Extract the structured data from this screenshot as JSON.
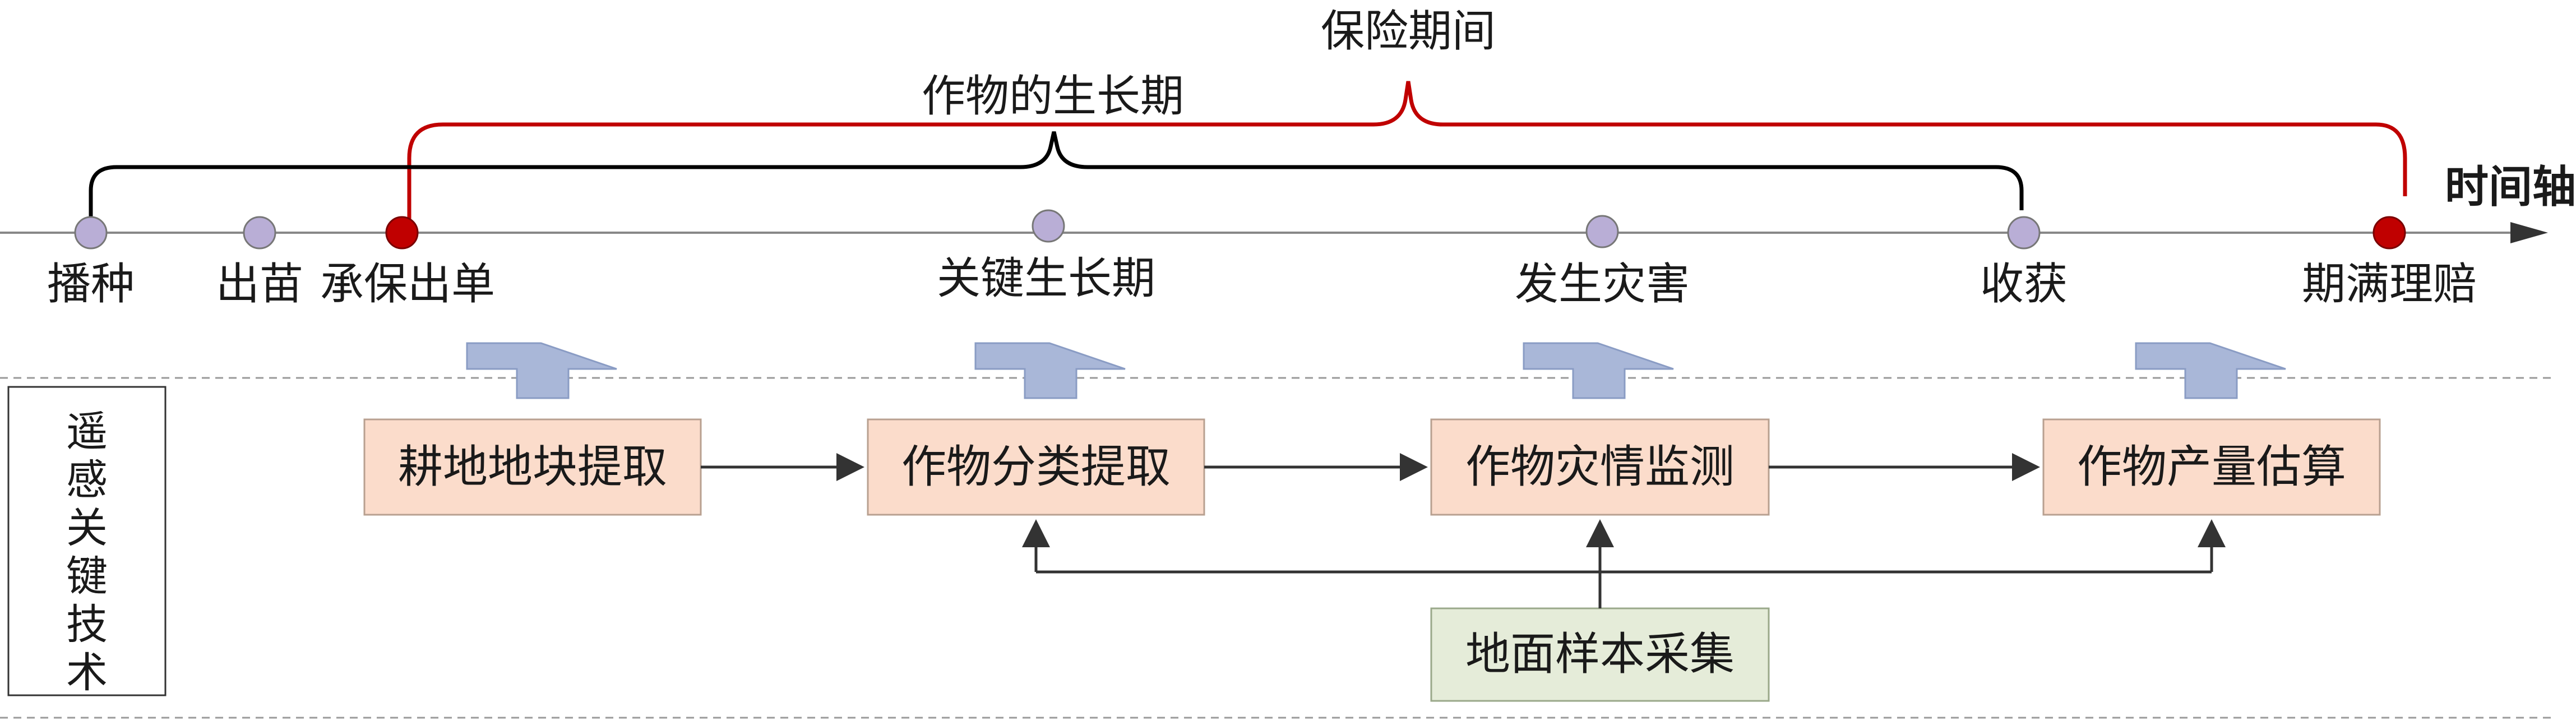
{
  "diagram": {
    "insurance_period_label": "保险期间",
    "growth_period_label": "作物的生长期",
    "time_axis_label": "时间轴",
    "timeline_points": [
      {
        "label": "播种",
        "type": "growth"
      },
      {
        "label": "出苗",
        "type": "growth"
      },
      {
        "label": "承保出单",
        "type": "insurance"
      },
      {
        "label": "关键生长期",
        "type": "growth"
      },
      {
        "label": "发生灾害",
        "type": "growth"
      },
      {
        "label": "收获",
        "type": "growth"
      },
      {
        "label": "期满理赔",
        "type": "insurance"
      }
    ],
    "side_label": "遥感关键技术",
    "tech_boxes": [
      {
        "label": "耕地地块提取"
      },
      {
        "label": "作物分类提取"
      },
      {
        "label": "作物灾情监测"
      },
      {
        "label": "作物产量估算"
      }
    ],
    "ground_box": {
      "label": "地面样本采集"
    },
    "colors": {
      "growth_point": "#b9aed6",
      "insurance_point": "#c00000",
      "growth_brace": "#000000",
      "insurance_brace": "#c00000",
      "tech_box_fill": "#fbdccb",
      "ground_box_fill": "#e5ecd9",
      "up_arrow_fill": "#a9b7d8",
      "axis": "#888888"
    }
  }
}
